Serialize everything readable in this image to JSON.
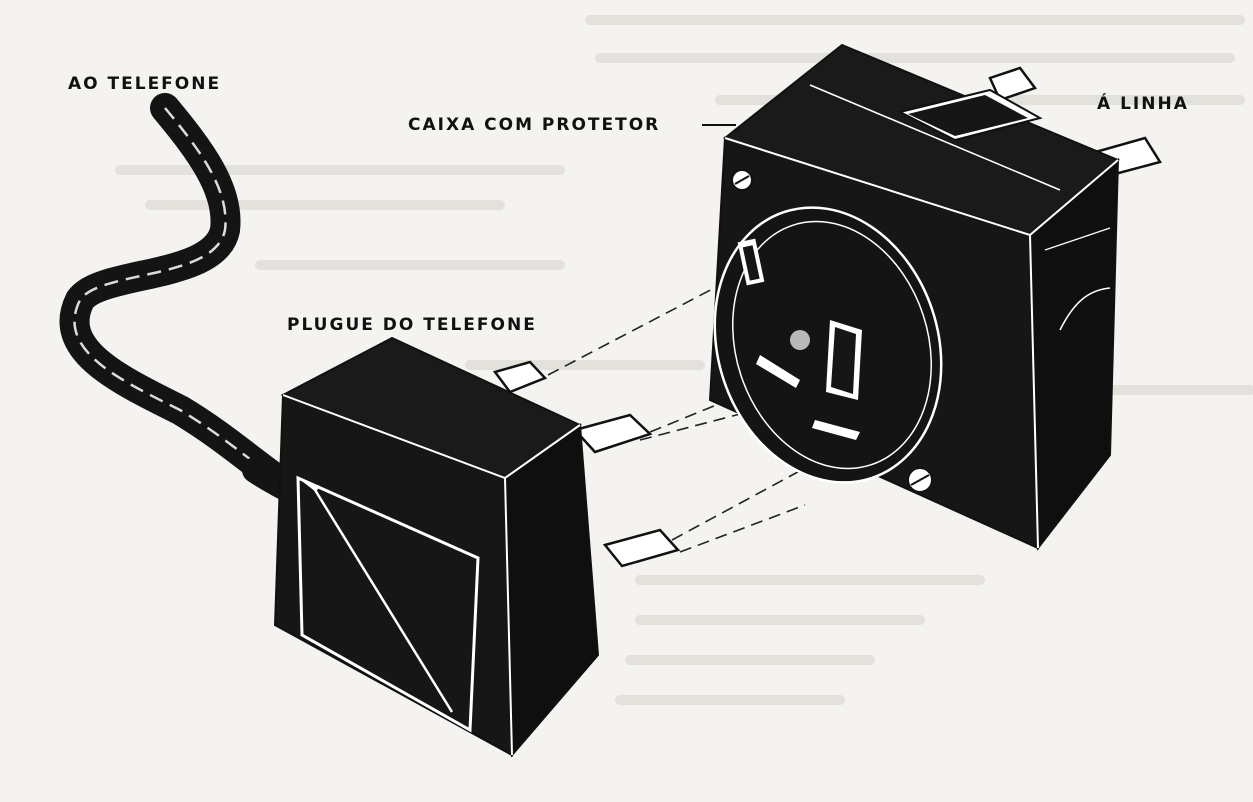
{
  "labels": {
    "ao_telefone": "AO TELEFONE",
    "caixa_com_protetor": "CAIXA COM PROTETOR",
    "a_linha": "Á LINHA",
    "plugue_do_telefone": "PLUGUE DO TELEFONE"
  },
  "colors": {
    "background": "#f4f3ef",
    "ink": "#111111",
    "highlight": "#ffffff"
  }
}
